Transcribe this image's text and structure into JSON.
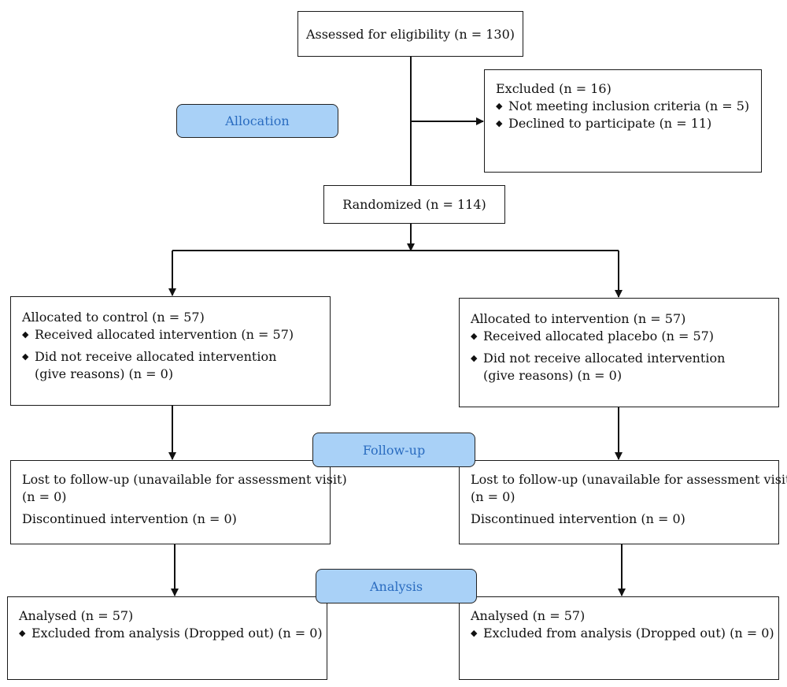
{
  "colors": {
    "stage_fill": "#a9d1f7",
    "stage_text": "#2a6cc0",
    "border": "#1a1a1a"
  },
  "icons": {
    "bullet": "diamond-bullet-icon",
    "arrow": "arrowhead-icon"
  },
  "assessed": "Assessed for eligibility (n = 130)",
  "excluded": {
    "title": "Excluded (n = 16)",
    "items": [
      "Not meeting inclusion criteria (n = 5)",
      "Declined to participate (n = 11)"
    ]
  },
  "randomized": "Randomized (n = 114)",
  "stages": {
    "allocation": "Allocation",
    "followup": "Follow-up",
    "analysis": "Analysis"
  },
  "allocation": {
    "control": {
      "title": "Allocated to control (n = 57)",
      "received": "Received allocated intervention (n = 57)",
      "not_received_1": "Did not receive allocated intervention",
      "not_received_2": "(give reasons) (n = 0)"
    },
    "intervention": {
      "title": "Allocated to intervention (n = 57)",
      "received": "Received allocated placebo (n = 57)",
      "not_received_1": "Did not receive allocated intervention",
      "not_received_2": "(give reasons) (n = 0)"
    }
  },
  "followup": {
    "control": {
      "lost_1": "Lost to follow-up (unavailable for assessment visit)",
      "lost_2": "(n = 0)",
      "discontinued": "Discontinued intervention (n = 0)"
    },
    "intervention": {
      "lost_1": "Lost to follow-up (unavailable for assessment visit)",
      "lost_2": "(n = 0)",
      "discontinued": "Discontinued intervention (n = 0)"
    }
  },
  "analysis": {
    "control": {
      "analysed": "Analysed (n = 57)",
      "excluded": "Excluded from analysis (Dropped out) (n = 0)"
    },
    "intervention": {
      "analysed": "Analysed (n = 57)",
      "excluded": "Excluded from analysis (Dropped out) (n = 0)"
    }
  }
}
